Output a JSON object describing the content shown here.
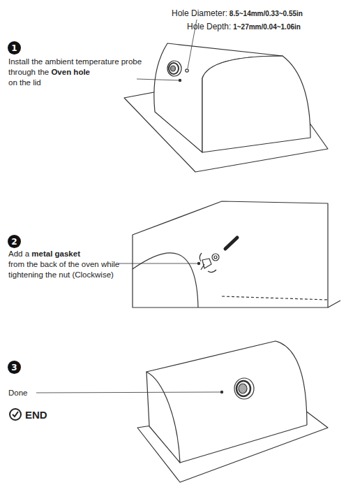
{
  "diagram": {
    "nodes": [
      {
        "text": [
          "1"
        ]
      },
      {
        "text": [
          "2"
        ]
      },
      {
        "text": [
          "3"
        ]
      }
    ],
    "labels": [
      "Hole Diameter:",
      "8.5~14mm/0.33~0.55in",
      "Hole Depth:",
      "1~27mm/0.04~1.06in",
      "Install the ambient temperature probe through the",
      "Oven hole",
      "on the lid",
      "Add a",
      "metal gasket",
      "from the back of the oven while tightening the nut (Clockwise)",
      "Done",
      "END"
    ]
  }
}
